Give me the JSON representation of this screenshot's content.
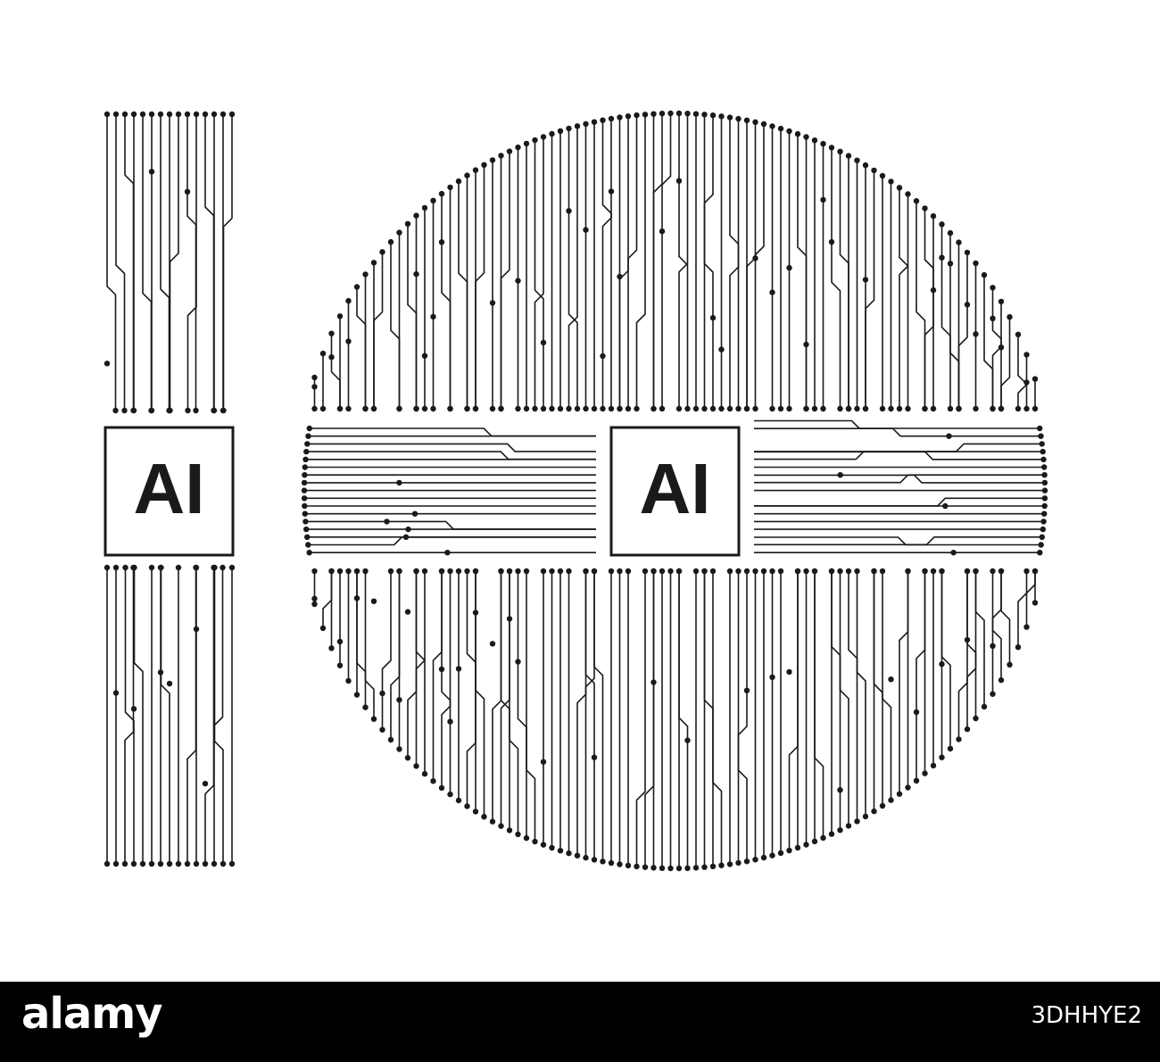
{
  "artwork": {
    "chip_label": "AI",
    "colors": {
      "ink": "#1a1a1a",
      "background": "#ffffff"
    }
  },
  "footer": {
    "logo_text": "alamy",
    "image_id": "3DHHYE2",
    "colors": {
      "bar": "#000000",
      "text": "#ffffff"
    }
  }
}
